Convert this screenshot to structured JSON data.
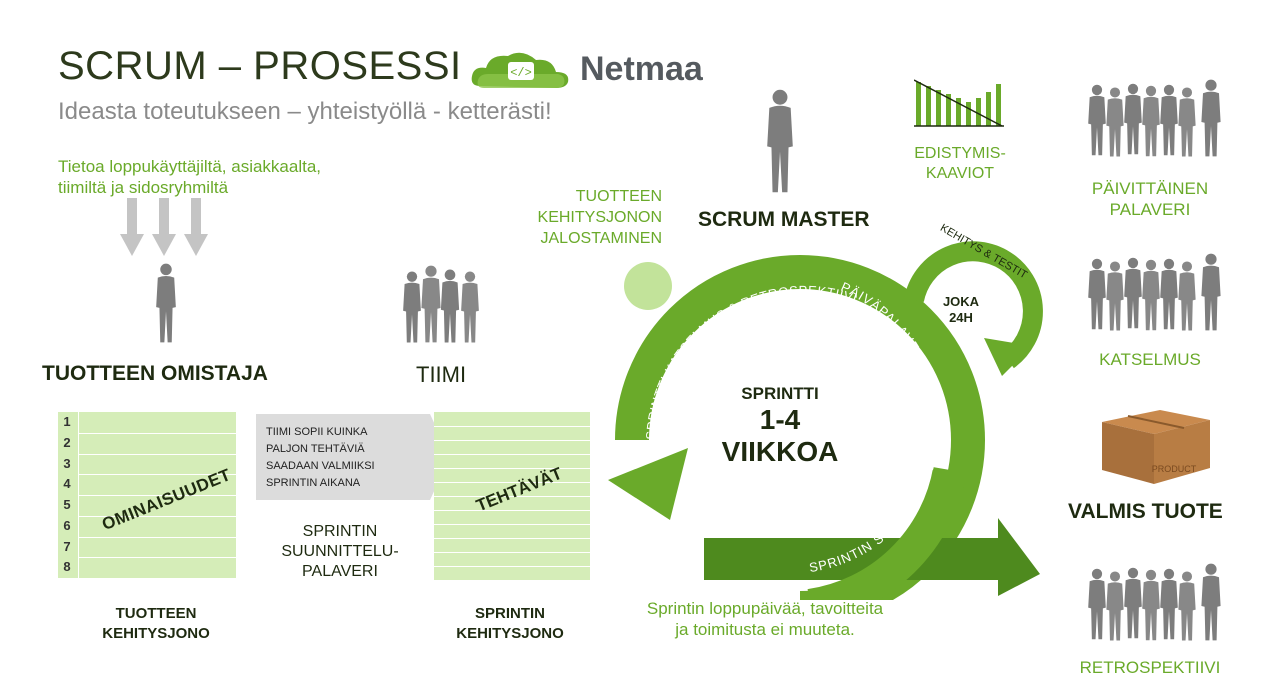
{
  "header": {
    "title": "SCRUM – PROSESSI",
    "subtitle": "Ideasta toteutukseen – yhteistyöllä - ketterästi!",
    "logo_text": "Netmaa"
  },
  "input": {
    "text_line1": "Tietoa loppukäyttäjiltä, asiakkaalta,",
    "text_line2": "tiimiltä ja sidosryhmiltä"
  },
  "roles": {
    "product_owner": "TUOTTEEN OMISTAJA",
    "team": "TIIMI",
    "scrum_master": "SCRUM MASTER"
  },
  "product_backlog": {
    "numbers": [
      "1",
      "2",
      "3",
      "4",
      "5",
      "6",
      "7",
      "8"
    ],
    "label": "OMINAISUUDET",
    "caption_line1": "TUOTTEEN",
    "caption_line2": "KEHITYSJONO"
  },
  "planning_box": {
    "lines": [
      "TIIMI SOPII KUINKA",
      "PALJON TEHTÄVIÄ",
      "SAADAAN VALMIIKSI",
      "SPRINTIN AIKANA"
    ],
    "caption_line1": "SPRINTIN",
    "caption_line2": "SUUNNITTELU-",
    "caption_line3": "PALAVERI"
  },
  "sprint_backlog": {
    "label": "TEHTÄVÄT",
    "caption_line1": "SPRINTIN",
    "caption_line2": "KEHITYSJONO"
  },
  "refinement": {
    "line1": "TUOTTEEN",
    "line2": "KEHITYSJONON",
    "line3": "JALOSTAMINEN"
  },
  "cycle": {
    "center_line1": "SPRINTTI",
    "center_line2": "1-4 VIIKKOA",
    "arc_review": "SPRINTTI KATSELMUS & RETROSPEKTIIVI",
    "arc_daily": "PÄIVÄPALAVERI",
    "arc_planning": "SPRINTIN SUUNNITTELU",
    "small_loop_label": "KEHITYS & TESTIT",
    "small_loop_center_line1": "JOKA",
    "small_loop_center_line2": "24H"
  },
  "note": {
    "line1": "Sprintin loppupäivää, tavoitteita",
    "line2": "ja toimitusta ei muuteta."
  },
  "right_column": {
    "progress_line1": "EDISTYMIS-",
    "progress_line2": "KAAVIOT",
    "daily_line1": "PÄIVITTÄINEN",
    "daily_line2": "PALAVERI",
    "review": "KATSELMUS",
    "product_box_label": "PRODUCT",
    "finished": "VALMIS TUOTE",
    "retro": "RETROSPEKTIIVI"
  },
  "colors": {
    "green": "#6aaa2a",
    "light_green": "#d5edb8",
    "dark_green": "#4e8a1e",
    "grey": "#7d7d7d"
  }
}
